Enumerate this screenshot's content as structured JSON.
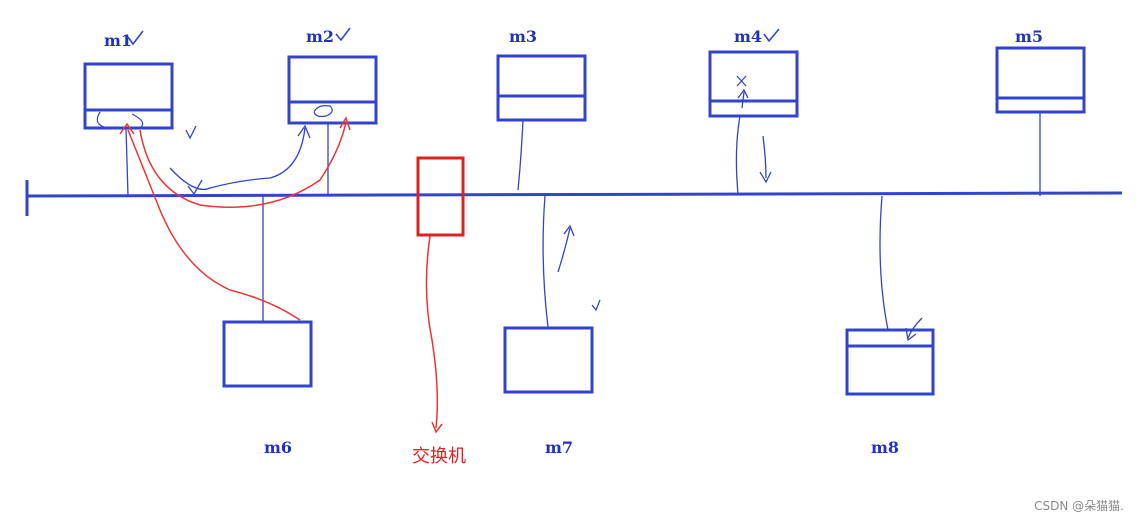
{
  "labels": {
    "m1": "m1",
    "m2": "m2",
    "m3": "m3",
    "m4": "m4",
    "m5": "m5",
    "m6": "m6",
    "m7": "m7",
    "m8": "m8",
    "switch": "交换机"
  },
  "watermark": "CSDN @朵猫猫.",
  "colors": {
    "bus": "#3344cc",
    "host": "#3344cc",
    "switch": "#dd2222",
    "annotation": "#ee3333"
  }
}
